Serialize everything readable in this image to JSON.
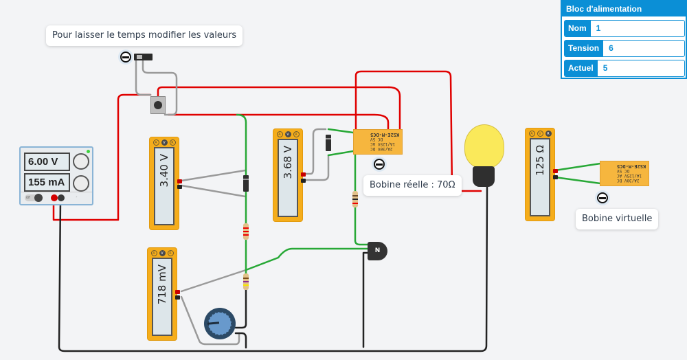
{
  "power_block": {
    "title": "Bloc d'alimentation",
    "fields": [
      {
        "label": "Nom",
        "value": "1"
      },
      {
        "label": "Tension",
        "value": "6"
      },
      {
        "label": "Actuel",
        "value": "5"
      }
    ]
  },
  "power_supply": {
    "voltage_display": "6.00 V",
    "current_display": "155 mA",
    "switch_label": "Off"
  },
  "multimeters": [
    {
      "id": "meter-diode",
      "reading": "3.40 V",
      "mode": "V"
    },
    {
      "id": "meter-relay-diode",
      "reading": "3.68 V",
      "mode": "V"
    },
    {
      "id": "meter-base",
      "reading": "718 mV",
      "mode": "V"
    },
    {
      "id": "meter-coil",
      "reading": "125 Ω",
      "mode": "Ω"
    }
  ],
  "annotations": {
    "switch_note": "Pour laisser le temps modifier les valeurs",
    "real_coil": "Bobine réelle : 70Ω",
    "virtual_coil": "Bobine virtuelle"
  },
  "relays": [
    {
      "model": "KS2E-M-DC5",
      "specs": [
        "2A/30V DC",
        "1A/125V AC",
        "DC 5V"
      ]
    },
    {
      "model": "KS2E-M-DC5",
      "specs": [
        "2A/30V DC",
        "1A/125V AC",
        "DC 5V"
      ]
    }
  ],
  "transistor": {
    "type": "N"
  },
  "meter_knob_labels": [
    "A",
    "V",
    "R"
  ],
  "colors": {
    "accent": "#0b8fd6",
    "wire_red": "#e00000",
    "wire_green": "#27a836",
    "wire_gray": "#9a9a9a",
    "wire_black": "#222222",
    "meter": "#f5ad1b",
    "relay": "#f6b63e",
    "bulb": "#fae95a"
  }
}
